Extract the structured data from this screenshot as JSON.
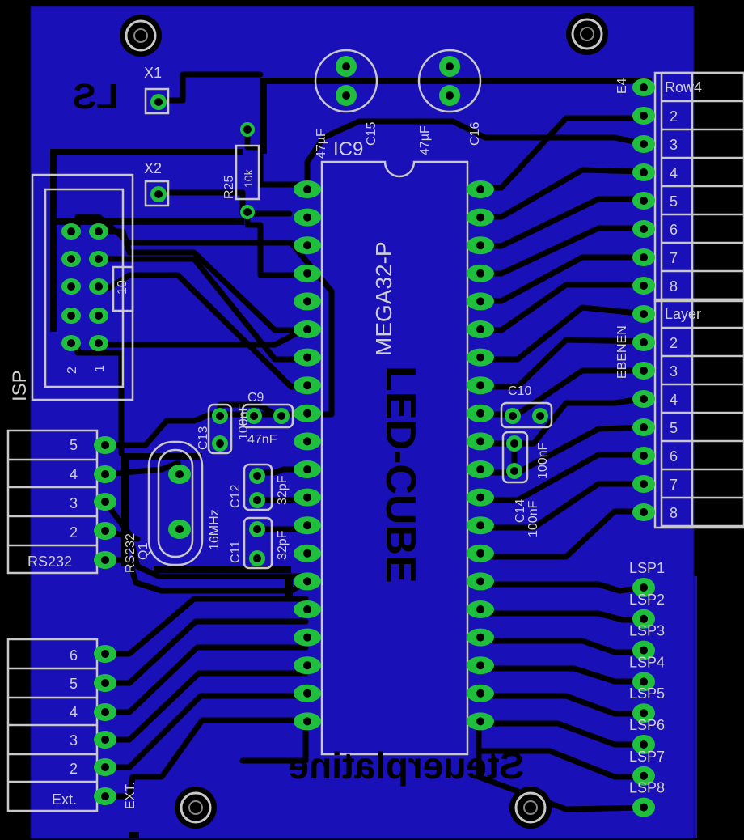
{
  "board": {
    "copper_color": "#1a10b8",
    "pad_color": "#1fbe3c",
    "silk_color": "#d0d0d0",
    "mirror_text": "LS",
    "bottom_text": "Steuerplatine",
    "cube_text": "LED-CUBE"
  },
  "chip": {
    "ref": "IC9",
    "value": "MEGA32-P"
  },
  "parts": {
    "x1": "X1",
    "x2": "X2",
    "r25": "R25",
    "r25_value": "10k",
    "c15": "C15",
    "c15_value": "47µF",
    "c16": "C16",
    "c16_value": "47µF",
    "c9": "C9",
    "c9_value": "47nF",
    "c13": "C13",
    "c13_value": "100nF",
    "c12": "C12",
    "c12_value": "32pF",
    "c11": "C11",
    "c11_value": "32pF",
    "q1": "Q1",
    "q1_value": "16MHz",
    "c10": "C10",
    "c10_value": "100nF",
    "c14": "C14",
    "c14_value": "100nF",
    "e4": "E4",
    "ebenen": "EBENEN",
    "rs232": "RS232",
    "ext": "EXT."
  },
  "isp": {
    "title": "ISP",
    "pin2": "2",
    "pin1": "1",
    "ten": "10"
  },
  "rs232_conn": {
    "labels": [
      "5",
      "4",
      "3",
      "2"
    ],
    "name": "RS232"
  },
  "ext_conn": {
    "labels": [
      "6",
      "5",
      "4",
      "3",
      "2"
    ],
    "name": "Ext."
  },
  "row_conn": {
    "first": "Row4",
    "labels": [
      "2",
      "3",
      "4",
      "5",
      "6",
      "7",
      "8"
    ]
  },
  "layer_conn": {
    "first": "Layer",
    "labels": [
      "2",
      "3",
      "4",
      "5",
      "6",
      "7",
      "8"
    ]
  },
  "lsp": [
    "LSP1",
    "LSP2",
    "LSP3",
    "LSP4",
    "LSP5",
    "LSP6",
    "LSP7",
    "LSP8"
  ]
}
